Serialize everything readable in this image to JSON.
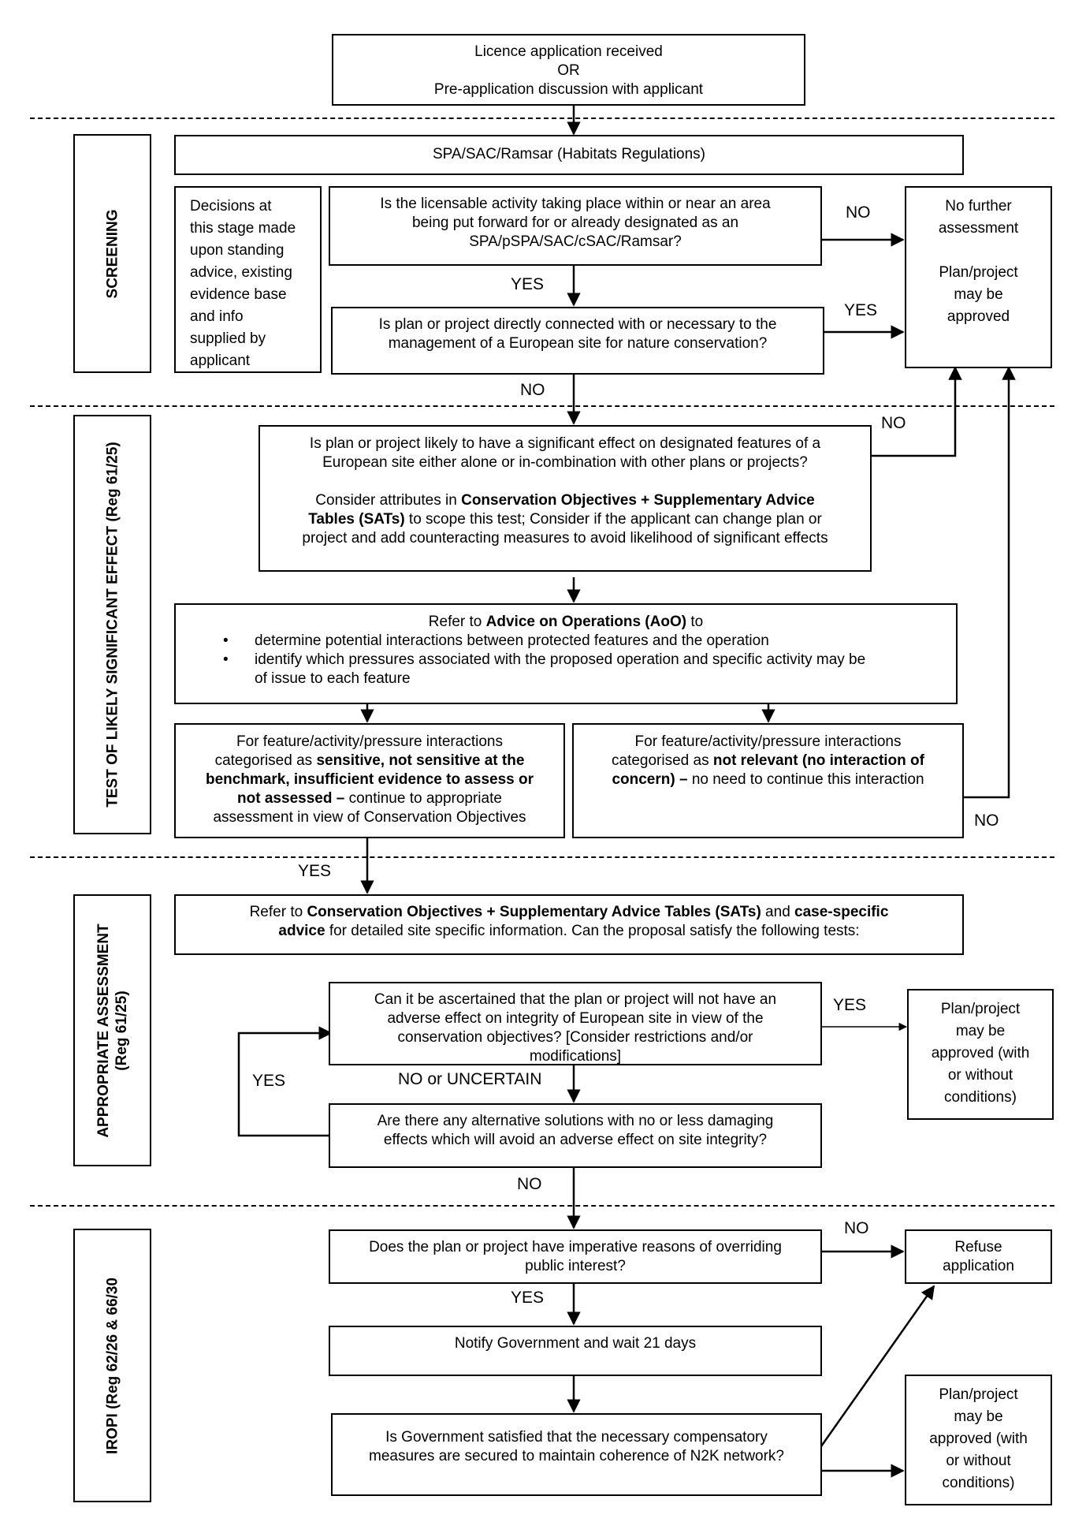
{
  "stages": {
    "screening": "SCREENING",
    "lse": "TEST OF LIKELY SIGNIFICANT EFFECT (Reg 61/25)",
    "aa_line1": "APPROPRIATE ASSESSMENT",
    "aa_line2": "(Reg 61/25)",
    "iropi": "IROPI (Reg 62/26 & 66/30"
  },
  "boxes": {
    "start": "Licence application received\nOR\nPre-application discussion with applicant",
    "habitats": "SPA/SAC/Ramsar (Habitats Regulations)",
    "decisions": "Decisions at\nthis stage made\nupon standing\nadvice, existing\nevidence base\nand info\nsupplied by\napplicant",
    "q_near_area": "Is the licensable activity taking place within or near an area\nbeing put forward for or already designated as an\nSPA/pSPA/SAC/cSAC/Ramsar?",
    "q_connected": "Is plan or project directly connected with or necessary to the\nmanagement of a European site for nature conservation?",
    "no_further": "No further\nassessment\n\nPlan/project\nmay be\napproved",
    "lse_q": "Is plan or project likely to have a significant effect on designated features of a\nEuropean site either alone or in-combination with other plans or projects?",
    "lse_consider_a": "Consider attributes in ",
    "lse_consider_b": "Conservation Objectives + Supplementary Advice",
    "lse_consider_c": "Tables (SATs)",
    "lse_consider_d": " to scope this test; Consider if the applicant can change plan or\nproject and add counteracting measures to avoid likelihood of significant effects",
    "aoo_a": "Refer to ",
    "aoo_b": "Advice on Operations (AoO)",
    "aoo_c": " to",
    "aoo_bullet1": "determine potential interactions between protected features and the operation",
    "aoo_bullet2": "identify which pressures associated with the proposed operation and specific activity may be\nof issue to each feature",
    "sens_a": "For feature/activity/pressure interactions\ncategorised as ",
    "sens_b": "sensitive, not sensitive at the\nbenchmark, insufficient evidence to assess or\nnot assessed –",
    "sens_c": " continue to appropriate\nassessment  in view of Conservation Objectives",
    "notrel_a": "For feature/activity/pressure interactions\ncategorised as ",
    "notrel_b": "not relevant (no interaction of\nconcern) –",
    "notrel_c": " no need to continue this interaction",
    "aa_a": "Refer to ",
    "aa_b": "Conservation Objectives + Supplementary Advice Tables (SATs)",
    "aa_c": " and ",
    "aa_d": "case-specific\nadvice",
    "aa_e": " for detailed site specific information. Can the proposal satisfy the following tests:",
    "q_adverse": "Can it be ascertained that the plan or project will not have an\nadverse effect on integrity of European site in view of the\nconservation objectives? [Consider restrictions and/or\nmodifications]",
    "approved_conditions_1": "Plan/project\nmay be\napproved (with\nor without\nconditions)",
    "q_alternatives": "Are there any alternative solutions with no or less damaging\neffects which will avoid an adverse effect on site integrity?",
    "q_iropi": "Does the plan or project have imperative reasons of overriding\npublic interest?",
    "refuse": "Refuse\napplication",
    "notify": "Notify Government and wait 21 days",
    "q_compensatory": "Is Government satisfied that the necessary compensatory\nmeasures are secured to maintain coherence of N2K network?",
    "approved_conditions_2": "Plan/project\nmay be\napproved (with\nor without\nconditions)"
  },
  "labels": {
    "no_1": "NO",
    "yes_1": "YES",
    "yes_2": "YES",
    "no_2": "NO",
    "no_3": "NO",
    "no_4": "NO",
    "yes_3": "YES",
    "yes_4": "YES",
    "yes_5": "YES",
    "no_uncertain": "NO or UNCERTAIN",
    "no_5": "NO",
    "no_6": "NO",
    "yes_6": "YES"
  }
}
